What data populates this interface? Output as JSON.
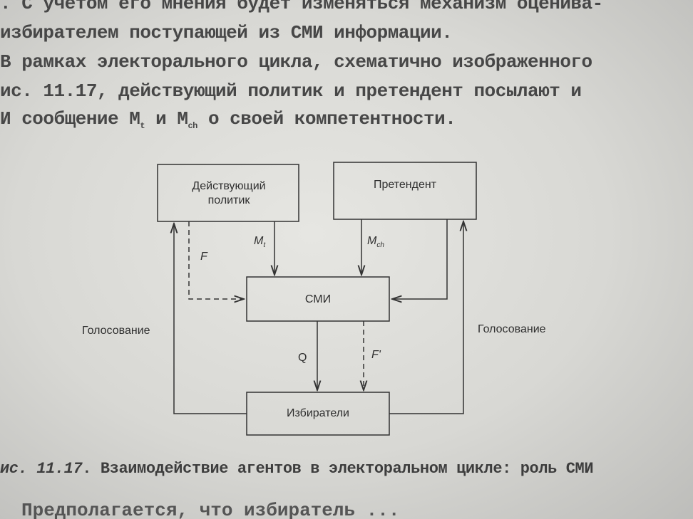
{
  "body_text": {
    "line1": ". С учетом его мнения будет изменяться механизм оценива-",
    "line2": "избирателем поступающей из СМИ информации.",
    "line3": "В рамках электорального цикла, схематично изображенного",
    "line4": "ис. 11.17, действующий политик и претендент посылают и",
    "line5_a": "И сообщение М",
    "line5_sub1": "t",
    "line5_b": " и М",
    "line5_sub2": "ch",
    "line5_c": " о своей компетентности."
  },
  "diagram": {
    "nodes": {
      "incumbent": "Действующий политик",
      "challenger": "Претендент",
      "media": "СМИ",
      "voters": "Избиратели"
    },
    "side_labels": {
      "left": "Голосование",
      "right": "Голосование"
    },
    "edge_labels": {
      "f_left": "F",
      "m_t_main": "M",
      "m_t_sub": "t",
      "m_ch_main": "M",
      "m_ch_sub": "ch",
      "q": "Q",
      "f_prime": "F'"
    }
  },
  "caption": {
    "label": "ис. 11.17",
    "text": ". Взаимодействие агентов в электоральном цикле: роль СМИ"
  },
  "bottom_text": "Предполагается, что избиратель ..."
}
